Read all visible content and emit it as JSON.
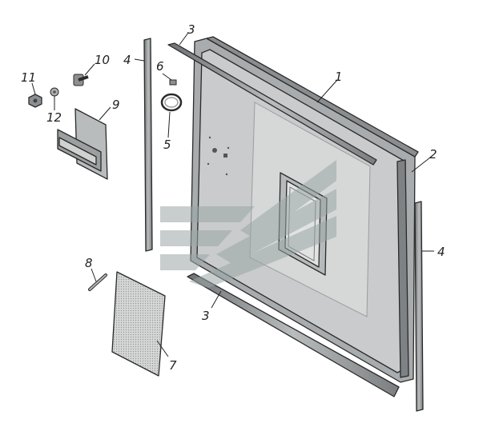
{
  "diagram": {
    "callouts": [
      {
        "id": "c1",
        "label": "1"
      },
      {
        "id": "c2",
        "label": "2"
      },
      {
        "id": "c3-top",
        "label": "3"
      },
      {
        "id": "c3-bottom",
        "label": "3"
      },
      {
        "id": "c4-left",
        "label": "4"
      },
      {
        "id": "c4-right",
        "label": "4"
      },
      {
        "id": "c5",
        "label": "5"
      },
      {
        "id": "c6",
        "label": "6"
      },
      {
        "id": "c7",
        "label": "7"
      },
      {
        "id": "c8",
        "label": "8"
      },
      {
        "id": "c9",
        "label": "9"
      },
      {
        "id": "c10",
        "label": "10"
      },
      {
        "id": "c11",
        "label": "11"
      },
      {
        "id": "c12",
        "label": "12"
      }
    ],
    "colors": {
      "panel": "#c9cbcc",
      "panel_light": "#dadcdc",
      "frame": "#a9acae",
      "seal": "#8a8d8f",
      "line": "#2a2a2a",
      "watermark": "#9aa7a5"
    }
  }
}
